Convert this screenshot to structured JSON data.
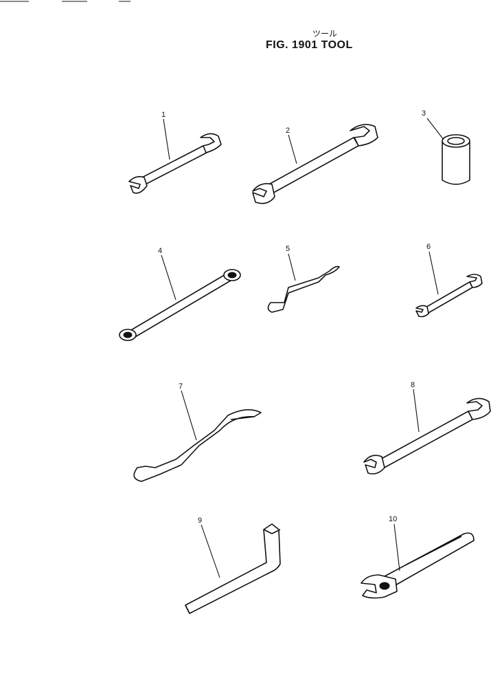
{
  "header": {
    "title_jp": "ツール",
    "title": "FIG. 1901  TOOL"
  },
  "parts": [
    {
      "label": "1",
      "icon": "open-end-wrench-small-icon"
    },
    {
      "label": "2",
      "icon": "open-end-wrench-large-icon"
    },
    {
      "label": "3",
      "icon": "socket-icon"
    },
    {
      "label": "4",
      "icon": "box-end-wrench-icon"
    },
    {
      "label": "5",
      "icon": "hook-spanner-small-icon"
    },
    {
      "label": "6",
      "icon": "open-end-wrench-mini-icon"
    },
    {
      "label": "7",
      "icon": "hook-spanner-large-icon"
    },
    {
      "label": "8",
      "icon": "open-end-wrench-icon"
    },
    {
      "label": "9",
      "icon": "hex-key-icon"
    },
    {
      "label": "10",
      "icon": "adjustable-wrench-icon"
    }
  ]
}
